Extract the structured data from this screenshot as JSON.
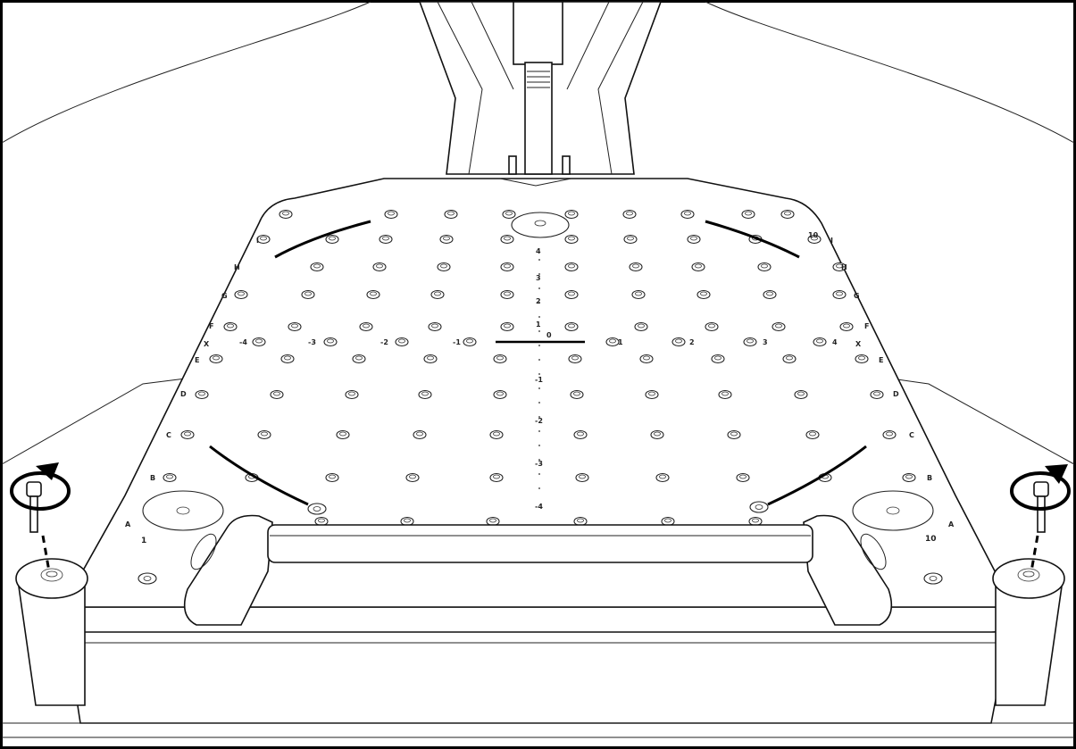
{
  "figure": {
    "colors": {
      "line": "#111111",
      "background": "#ffffff"
    },
    "grid_labels": {
      "rows_left": [
        "I",
        "H",
        "G",
        "F",
        "X",
        "E",
        "D",
        "C",
        "B",
        "A"
      ],
      "rows_right": [
        "I",
        "H",
        "G",
        "F",
        "X",
        "E",
        "D",
        "C",
        "B",
        "A"
      ],
      "x_axis": [
        "-4",
        "-3",
        "-2",
        "-1",
        "0",
        "1",
        "2",
        "3",
        "4"
      ],
      "y_axis": [
        "4",
        "3",
        "2",
        "1",
        "-1",
        "-2",
        "-3",
        "-4"
      ],
      "corner_left": "1",
      "corner_right": "10",
      "top_right": "10"
    },
    "icons": [
      "rotate-ccw-icon",
      "rotate-cw-icon"
    ]
  }
}
